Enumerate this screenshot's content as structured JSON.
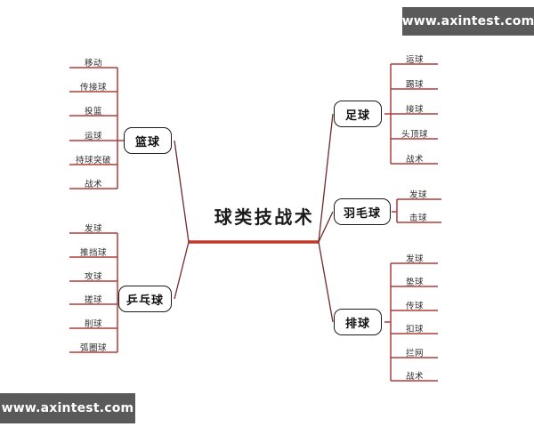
{
  "diagram": {
    "title": "球类技战术",
    "center": {
      "label": "球类技战术"
    },
    "colors": {
      "spine": "#c0392b",
      "branch_line": "#8c2b2b",
      "leaf_line": "#b03a3a",
      "node_border": "#1a1a1a",
      "node_text": "#111111",
      "leaf_text": "#2a2a2a",
      "background": "#ffffff",
      "watermark_bg": "#5a5a5a",
      "watermark_text": "#ffffff"
    },
    "branches": [
      {
        "id": "basketball",
        "label": "篮球",
        "side": "left",
        "leaves": [
          {
            "label": "移动"
          },
          {
            "label": "传接球"
          },
          {
            "label": "投篮"
          },
          {
            "label": "运球"
          },
          {
            "label": "持球突破"
          },
          {
            "label": "战术"
          }
        ]
      },
      {
        "id": "table-tennis",
        "label": "乒乓球",
        "side": "left",
        "leaves": [
          {
            "label": "发球"
          },
          {
            "label": "推挡球"
          },
          {
            "label": "攻球"
          },
          {
            "label": "搓球"
          },
          {
            "label": "削球"
          },
          {
            "label": "弧圈球"
          }
        ]
      },
      {
        "id": "football",
        "label": "足球",
        "side": "right",
        "leaves": [
          {
            "label": "运球"
          },
          {
            "label": "踢球"
          },
          {
            "label": "接球"
          },
          {
            "label": "头顶球"
          },
          {
            "label": "战术"
          }
        ]
      },
      {
        "id": "badminton",
        "label": "羽毛球",
        "side": "right",
        "leaves": [
          {
            "label": "发球"
          },
          {
            "label": "击球"
          }
        ]
      },
      {
        "id": "volleyball",
        "label": "排球",
        "side": "right",
        "leaves": [
          {
            "label": "发球"
          },
          {
            "label": "垫球"
          },
          {
            "label": "传球"
          },
          {
            "label": "扣球"
          },
          {
            "label": "拦网"
          },
          {
            "label": "战术"
          }
        ]
      }
    ]
  },
  "watermarks": {
    "top_right": "www.axintest.com",
    "bottom_left": "www.axintest.com"
  }
}
